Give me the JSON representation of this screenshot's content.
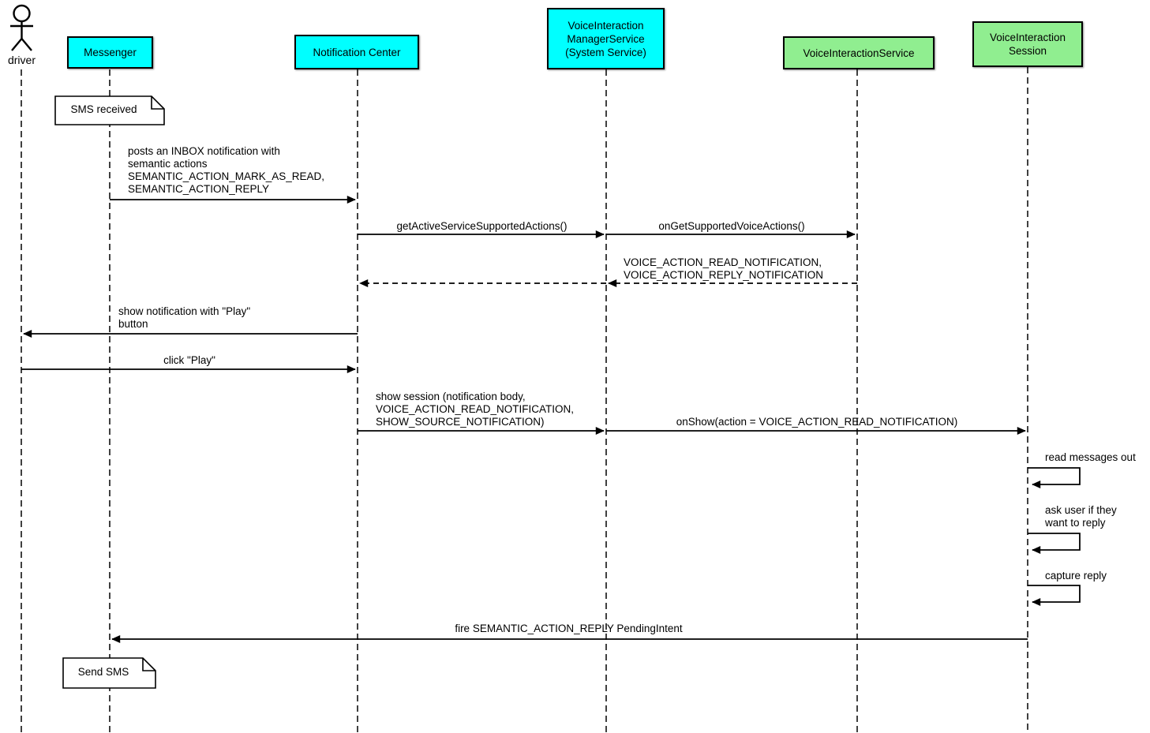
{
  "actor": {
    "label": "driver"
  },
  "participants": [
    {
      "id": "messenger",
      "lines": [
        "Messenger"
      ],
      "fill": "#00FFFF"
    },
    {
      "id": "notification-center",
      "lines": [
        "Notification Center"
      ],
      "fill": "#00FFFF"
    },
    {
      "id": "voice-interaction-manager-service",
      "lines": [
        "VoiceInteraction",
        "ManagerService",
        "(System Service)"
      ],
      "fill": "#00FFFF"
    },
    {
      "id": "voice-interaction-service",
      "lines": [
        "VoiceInteractionService"
      ],
      "fill": "#90EE90"
    },
    {
      "id": "voice-interaction-session",
      "lines": [
        "VoiceInteraction",
        "Session"
      ],
      "fill": "#90EE90"
    }
  ],
  "notes": [
    {
      "text": "SMS received"
    },
    {
      "text": "Send SMS"
    }
  ],
  "messages": [
    {
      "lines": [
        "posts an INBOX notification with",
        "semantic actions",
        "SEMANTIC_ACTION_MARK_AS_READ,",
        "SEMANTIC_ACTION_REPLY"
      ]
    },
    {
      "lines": [
        "getActiveServiceSupportedActions()"
      ]
    },
    {
      "lines": [
        "onGetSupportedVoiceActions()"
      ]
    },
    {
      "lines": [
        "VOICE_ACTION_READ_NOTIFICATION,",
        "VOICE_ACTION_REPLY_NOTIFICATION"
      ]
    },
    {
      "lines": [
        "show notification with \"Play\"",
        "button"
      ]
    },
    {
      "lines": [
        "click \"Play\""
      ]
    },
    {
      "lines": [
        "show session (notification body,",
        "VOICE_ACTION_READ_NOTIFICATION,",
        "SHOW_SOURCE_NOTIFICATION)"
      ]
    },
    {
      "lines": [
        "onShow(action = VOICE_ACTION_READ_NOTIFICATION)"
      ]
    },
    {
      "lines": [
        "read messages out"
      ]
    },
    {
      "lines": [
        "ask user if they",
        "want to reply"
      ]
    },
    {
      "lines": [
        "capture reply"
      ]
    },
    {
      "lines": [
        "fire SEMANTIC_ACTION_REPLY PendingIntent"
      ]
    }
  ],
  "colors": {
    "participant_cyan": "#00FFFF",
    "participant_green": "#90EE90",
    "line": "#000000",
    "note_fill": "#FFFFFF"
  }
}
